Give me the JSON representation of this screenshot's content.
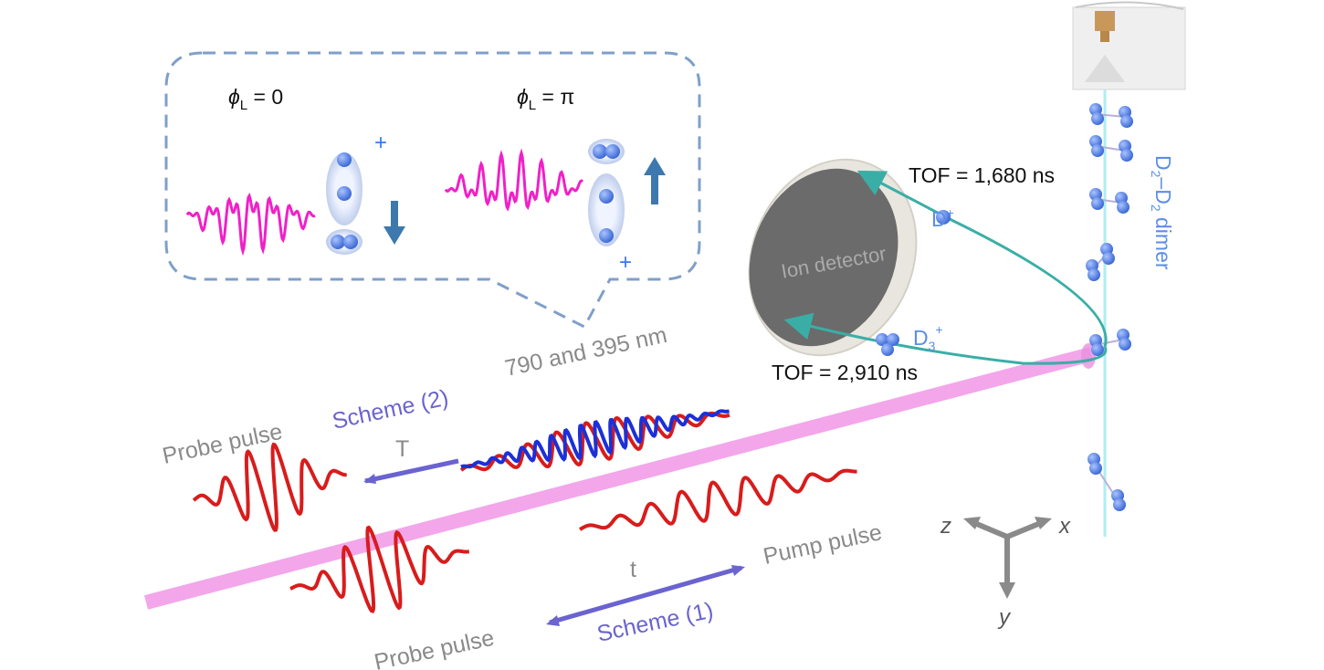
{
  "inset": {
    "left_label": "ϕ",
    "left_sub": "L",
    "left_value": " = 0",
    "right_label": "ϕ",
    "right_sub": "L",
    "right_value": " = π",
    "charge_sign": "+"
  },
  "detector": {
    "label": "Ion detector"
  },
  "tof": {
    "fast": "TOF = 1,680 ns",
    "slow": "TOF = 2,910 ns"
  },
  "ions": {
    "d_plus": "D",
    "d_plus_sup": "+",
    "d3_plus": "D",
    "d3_sub": "3",
    "d3_sup": "+"
  },
  "dimer": {
    "label_parts": [
      "D",
      "2",
      "–D",
      "2",
      " dimer"
    ]
  },
  "scheme2": {
    "probe_label": "Probe pulse",
    "scheme_label": "Scheme (2)",
    "delay_label": "T",
    "wavelength_label": "790 and 395 nm"
  },
  "scheme1": {
    "probe_label": "Probe pulse",
    "pump_label": "Pump pulse",
    "scheme_label": "Scheme (1)",
    "delay_label": "t"
  },
  "axes": {
    "z": "z",
    "x": "x",
    "y": "y"
  },
  "colors": {
    "beam": "#f3a6ea",
    "jet": "#aeeef2",
    "trajectory": "#3aaea6",
    "pulse_red": "#d81c1c",
    "pulse_blue": "#1c2fd8",
    "field_magenta": "#f020c8",
    "atom": "#5a86e0",
    "callout": "#7f9fc9"
  }
}
